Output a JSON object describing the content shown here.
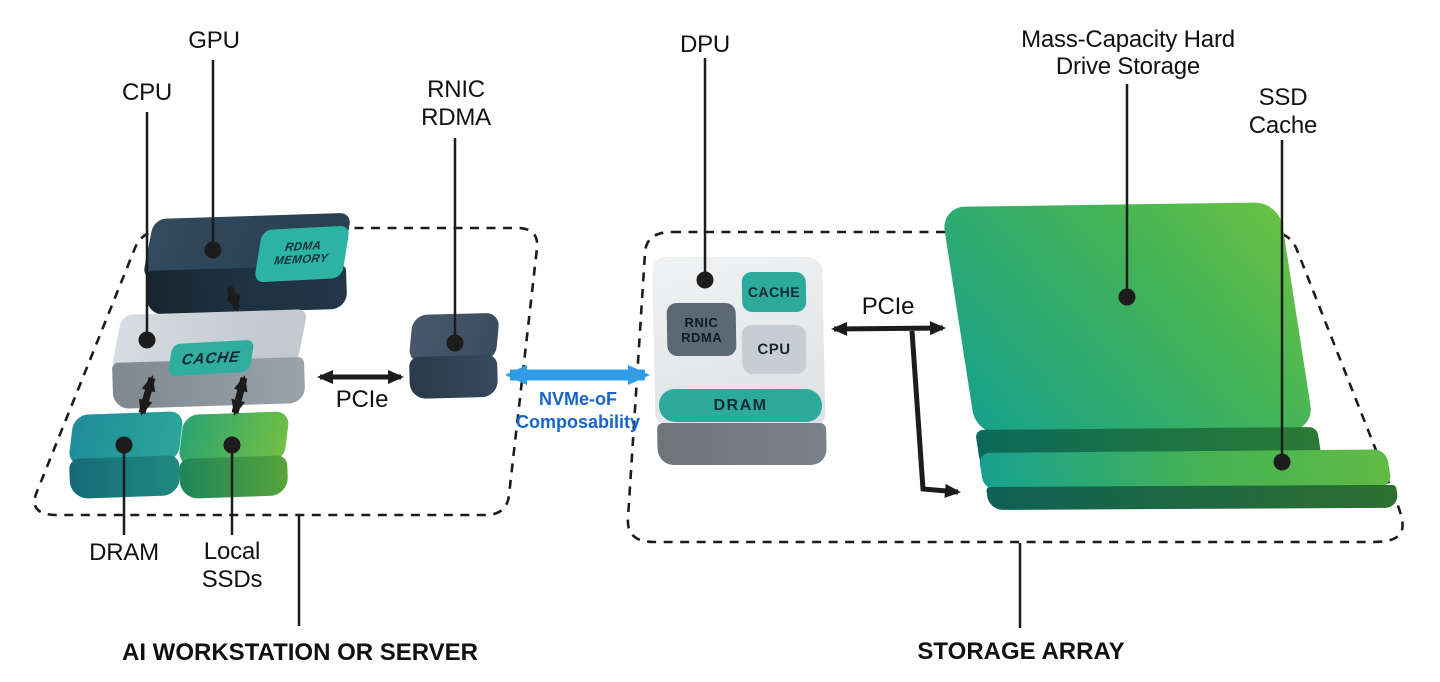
{
  "colors": {
    "arrow_black": "#1c1c1c",
    "interconnect_arrow_blue": "#2f9ce8",
    "interconnect_text_blue": "#1565cd",
    "teal_badge": "#2caa9b",
    "navy_box": "#2b4153",
    "light_gray_box": "#ccd3d9",
    "green_gradient_light": "#6cc245",
    "green_gradient_teal": "#17a18c"
  },
  "workstation": {
    "section_label": "AI WORKSTATION OR SERVER",
    "gpu": {
      "label": "GPU",
      "badge_line1": "RDMA",
      "badge_line2": "MEMORY"
    },
    "cpu": {
      "label": "CPU",
      "badge": "CACHE"
    },
    "rnic": {
      "label_line1": "RNIC",
      "label_line2": "RDMA"
    },
    "dram": {
      "label": "DRAM"
    },
    "local_ssds": {
      "label_line1": "Local",
      "label_line2": "SSDs"
    },
    "pcie_label": "PCIe"
  },
  "interconnect": {
    "label_line1": "NVMe-oF",
    "label_line2": "Composability"
  },
  "storage_array": {
    "section_label": "STORAGE ARRAY",
    "dpu": {
      "label": "DPU",
      "badge_rnic_line1": "RNIC",
      "badge_rnic_line2": "RDMA",
      "badge_cache": "CACHE",
      "badge_cpu": "CPU",
      "badge_dram": "DRAM"
    },
    "pcie_label": "PCIe",
    "hdd": {
      "label_line1": "Mass-Capacity Hard",
      "label_line2": "Drive Storage"
    },
    "ssd_cache": {
      "label_line1": "SSD",
      "label_line2": "Cache"
    }
  }
}
